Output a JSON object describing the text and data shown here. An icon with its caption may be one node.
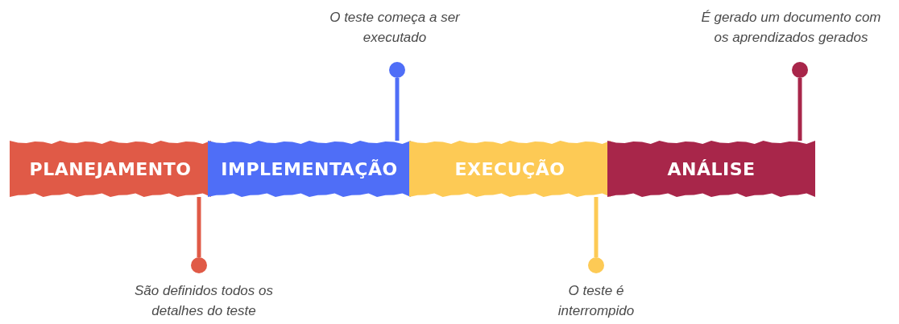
{
  "diagram": {
    "nodes": [
      {
        "text": [
          "PLANEJAMENTO"
        ]
      },
      {
        "text": [
          "IMPLEMENTAÇÃO"
        ]
      },
      {
        "text": [
          "EXECUÇÃO"
        ]
      },
      {
        "text": [
          "ANÁLISE"
        ]
      },
      {
        "text": [],
        "shape": "circle",
        "beside": [
          "São definidos todos os detalhes do teste"
        ]
      },
      {
        "text": [],
        "shape": "circle",
        "beside": [
          "O teste começa a ser executado"
        ]
      },
      {
        "text": [],
        "shape": "circle",
        "beside": [
          "O teste é interrompido"
        ]
      },
      {
        "text": [],
        "shape": "circle",
        "beside": [
          "É gerado um documento com os aprendizados gerados"
        ]
      }
    ],
    "edges": [
      {
        "from": 0,
        "to": 4,
        "arrow": "none",
        "color": "#e05a47"
      },
      {
        "from": 1,
        "to": 5,
        "arrow": "none",
        "color": "#4f6ef7"
      },
      {
        "from": 2,
        "to": 6,
        "arrow": "none",
        "color": "#fdca55"
      },
      {
        "from": 3,
        "to": 7,
        "arrow": "none",
        "color": "#a8264a"
      }
    ]
  }
}
